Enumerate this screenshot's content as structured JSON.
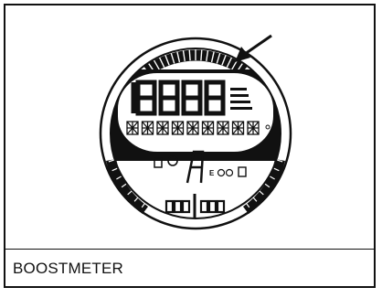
{
  "figure": {
    "caption": "BOOSTMETER",
    "subject": "boostmeter-gauge",
    "callout": "arrow-pointing-to-boostmeter-arc"
  },
  "colors": {
    "ink": "#111111",
    "background": "#ffffff"
  }
}
